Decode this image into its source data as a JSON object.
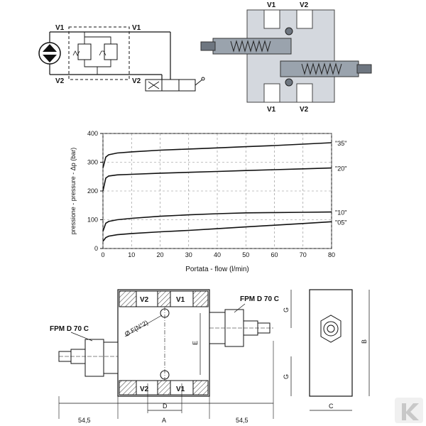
{
  "schematic": {
    "port_labels": [
      "V1",
      "V1",
      "V2",
      "V2"
    ]
  },
  "section_view": {
    "top_labels": [
      "V1",
      "V2"
    ],
    "bottom_labels": [
      "V1",
      "V2"
    ]
  },
  "chart_data": {
    "type": "line",
    "title": "",
    "xlabel": "Portata - flow (l/min)",
    "ylabel": "pressione - pressure - Δp (bar)",
    "xlim": [
      0,
      80
    ],
    "ylim": [
      0,
      400
    ],
    "x_ticks": [
      "0",
      "10",
      "20",
      "30",
      "40",
      "50",
      "60",
      "70",
      "80"
    ],
    "y_ticks": [
      "0",
      "100",
      "200",
      "300",
      "400"
    ],
    "grid": true,
    "x": [
      0,
      1,
      2,
      5,
      10,
      20,
      30,
      40,
      50,
      60,
      70,
      80
    ],
    "series": [
      {
        "name": "\"35\"",
        "values": [
          280,
          318,
          326,
          332,
          336,
          342,
          346,
          350,
          354,
          358,
          363,
          368
        ]
      },
      {
        "name": "\"20\"",
        "values": [
          200,
          245,
          252,
          256,
          258,
          262,
          265,
          268,
          271,
          274,
          277,
          280
        ]
      },
      {
        "name": "\"10\"",
        "values": [
          60,
          88,
          94,
          100,
          105,
          112,
          117,
          121,
          124,
          125,
          126,
          127
        ]
      },
      {
        "name": "\"05\"",
        "values": [
          25,
          38,
          43,
          48,
          52,
          58,
          63,
          69,
          75,
          81,
          87,
          93
        ]
      }
    ]
  },
  "dimension_drawing": {
    "ports": [
      "V2",
      "V1",
      "V2",
      "V1"
    ],
    "fitting_labels": [
      "FPM D 70 C",
      "FPM D 70 C"
    ],
    "hole_label": "Ø F(N°2)",
    "dims": {
      "left": "54,5",
      "right": "54,5",
      "A": "A",
      "D": "D",
      "E": "E",
      "G_top": "G",
      "G_bottom": "G",
      "B": "B",
      "C": "C"
    }
  }
}
